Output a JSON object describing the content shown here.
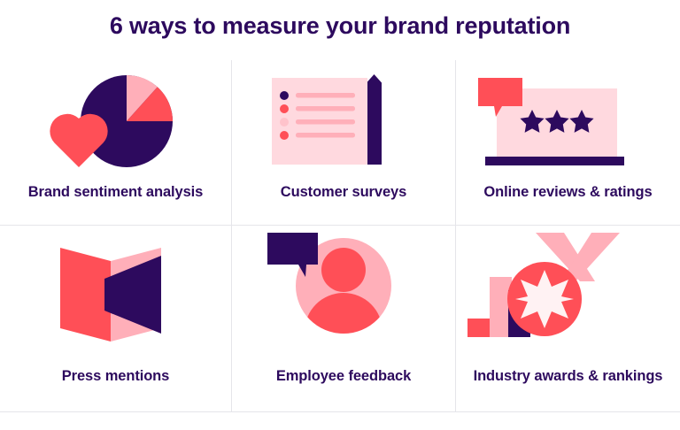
{
  "header": {
    "title": "6 ways to measure your brand reputation"
  },
  "palette": {
    "purple": "#2D0A5E",
    "coral": "#FF4F57",
    "pink": "#FFAFB9",
    "light_pink": "#FFD9DF",
    "white": "#FFFFFF",
    "divider": "#E5E5EA",
    "background": "#FFFFFF"
  },
  "grid": {
    "columns": 3,
    "rows": 2,
    "items": [
      {
        "id": "brand-sentiment-analysis",
        "label": "Brand sentiment analysis",
        "icon": "pie-chart-heart-icon",
        "icon_parts": [
          "pie-chart",
          "heart"
        ]
      },
      {
        "id": "customer-surveys",
        "label": "Customer surveys",
        "icon": "survey-sheet-pencil-icon",
        "icon_parts": [
          "survey-sheet",
          "checklist-rows",
          "pencil"
        ]
      },
      {
        "id": "online-reviews-ratings",
        "label": "Online reviews & ratings",
        "icon": "laptop-stars-icon",
        "icon_parts": [
          "laptop-screen",
          "laptop-base",
          "speech-bubble",
          "three-stars"
        ]
      },
      {
        "id": "press-mentions",
        "label": "Press mentions",
        "icon": "open-book-megaphone-icon",
        "icon_parts": [
          "open-book",
          "megaphone"
        ]
      },
      {
        "id": "employee-feedback",
        "label": "Employee feedback",
        "icon": "person-speech-bubble-icon",
        "icon_parts": [
          "circle-backdrop",
          "person-avatar",
          "speech-bubble"
        ]
      },
      {
        "id": "industry-awards-rankings",
        "label": "Industry awards & rankings",
        "icon": "medal-bar-chart-icon",
        "icon_parts": [
          "bar-chart",
          "medal-ribbon",
          "medal-circle",
          "eight-point-star"
        ]
      }
    ]
  }
}
